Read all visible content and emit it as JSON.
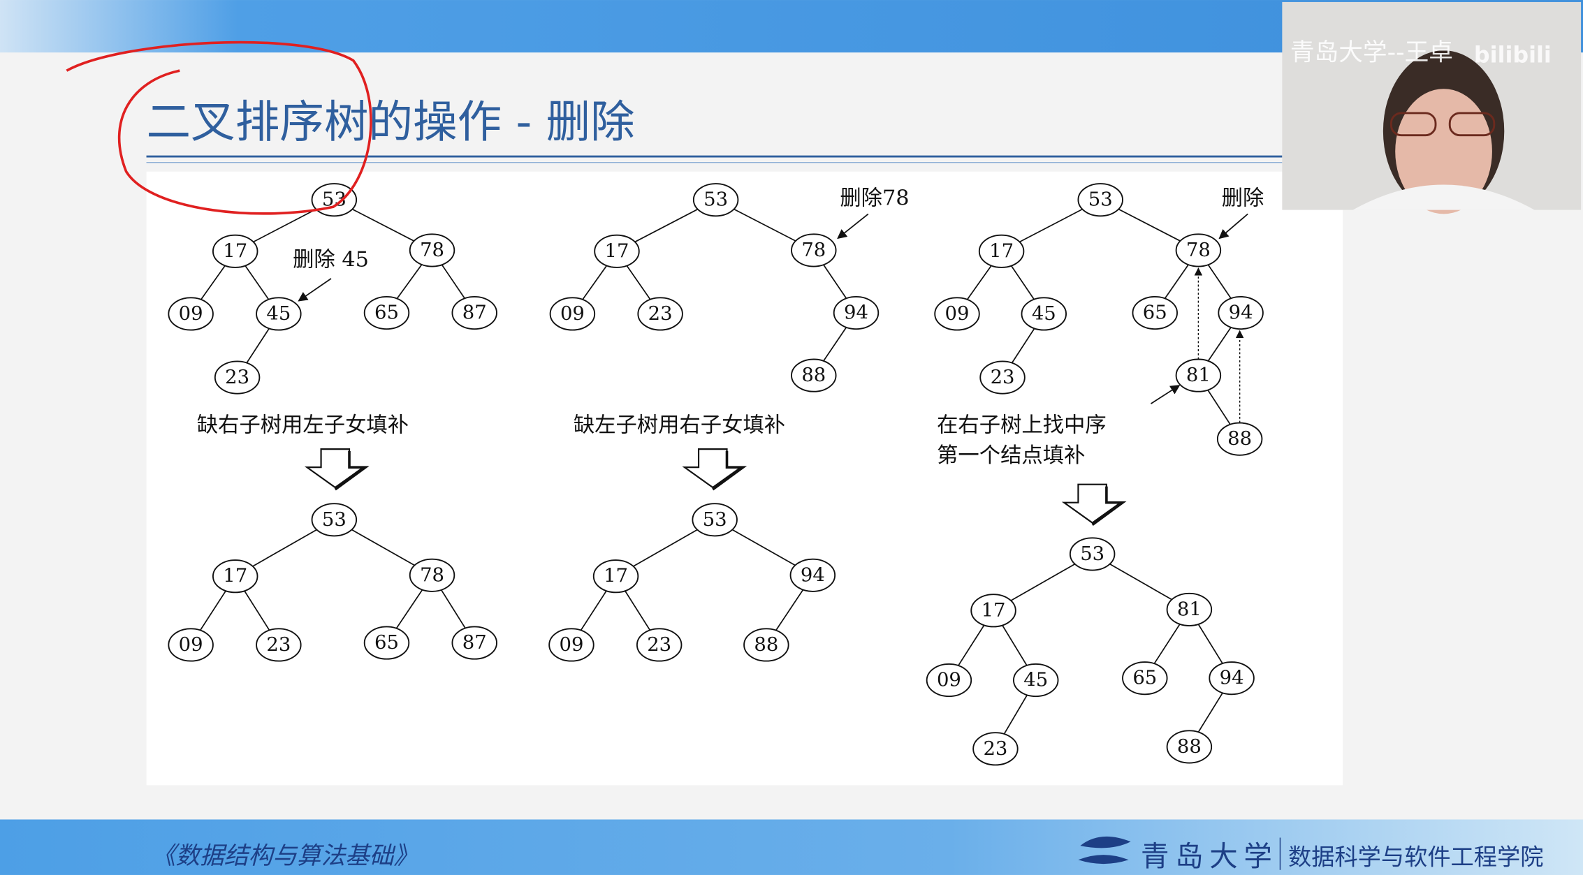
{
  "slide": {
    "title": "二叉排序树的操作 - 删除",
    "footer_course": "《数据结构与算法基础》",
    "footer_univ": "青岛大学",
    "footer_college": "数据科学与软件工程学院"
  },
  "video": {
    "watermark": "青岛大学--王卓",
    "brand": "bilibili"
  },
  "cases": [
    {
      "label": "删除 45",
      "caption": [
        "缺右子树用左子女填补"
      ],
      "before": [
        "53",
        "17",
        "78",
        "09",
        "45",
        "65",
        "87",
        "23"
      ],
      "after": [
        "53",
        "17",
        "78",
        "09",
        "23",
        "65",
        "87"
      ]
    },
    {
      "label": "删除78",
      "caption": [
        "缺左子树用右子女填补"
      ],
      "before": [
        "53",
        "17",
        "78",
        "09",
        "23",
        "94",
        "88"
      ],
      "after": [
        "53",
        "17",
        "94",
        "09",
        "23",
        "88"
      ]
    },
    {
      "label": "删除",
      "caption": [
        "在右子树上找中序",
        "第一个结点填补"
      ],
      "before": [
        "53",
        "17",
        "78",
        "09",
        "45",
        "65",
        "94",
        "23",
        "81",
        "88"
      ],
      "after": [
        "53",
        "17",
        "81",
        "09",
        "45",
        "65",
        "94",
        "23",
        "88"
      ]
    }
  ],
  "colors": {
    "title": "#2f5f9e",
    "bar": "#4a9be3",
    "annotation": "#e02020"
  }
}
